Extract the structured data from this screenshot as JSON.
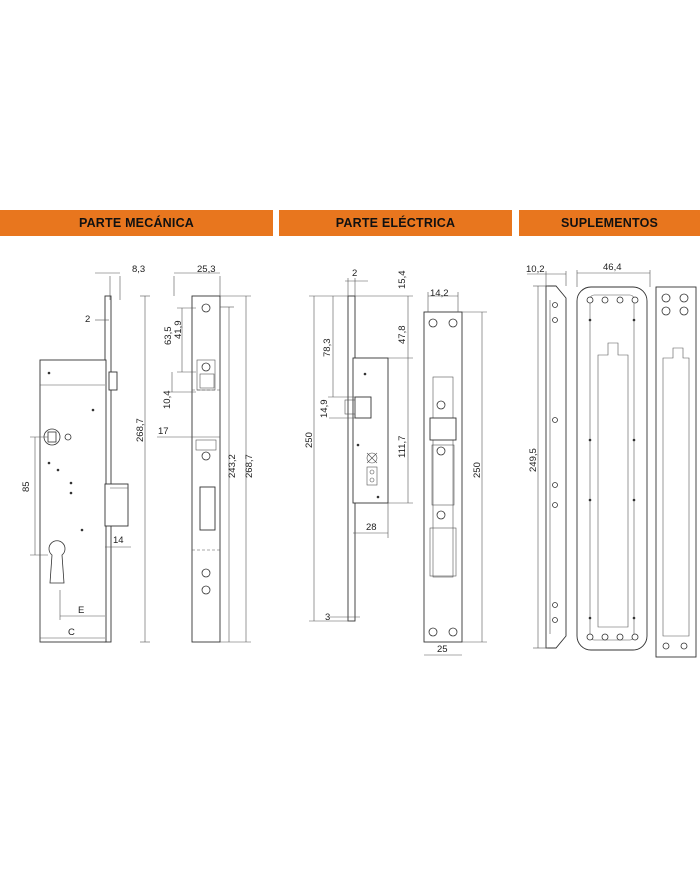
{
  "headers": {
    "mecanica": "PARTE MECÁNICA",
    "electrica": "PARTE ELÉCTRICA",
    "suplementos": "SUPLEMENTOS"
  },
  "colors": {
    "header_bg": "#E8761E",
    "line": "#333333"
  },
  "mecanica_dims": {
    "d_8_3": "8,3",
    "d_25_3": "25,3",
    "d_2": "2",
    "d_63_5": "63,5",
    "d_41_9": "41,9",
    "d_10_4": "10,4",
    "d_17": "17",
    "d_268_7_a": "268,7",
    "d_243_2": "243,2",
    "d_268_7_b": "268,7",
    "d_85": "85",
    "d_14": "14",
    "d_e": "E",
    "d_c": "C"
  },
  "electrica_dims": {
    "d_2": "2",
    "d_15_4": "15,4",
    "d_14_2": "14,2",
    "d_78_3": "78,3",
    "d_47_8": "47,8",
    "d_14_9": "14,9",
    "d_250_a": "250",
    "d_111_7": "111,7",
    "d_250_b": "250",
    "d_28": "28",
    "d_3": "3",
    "d_25": "25"
  },
  "suplementos_dims": {
    "d_10_2": "10,2",
    "d_46_4": "46,4",
    "d_249_5": "249,5"
  }
}
